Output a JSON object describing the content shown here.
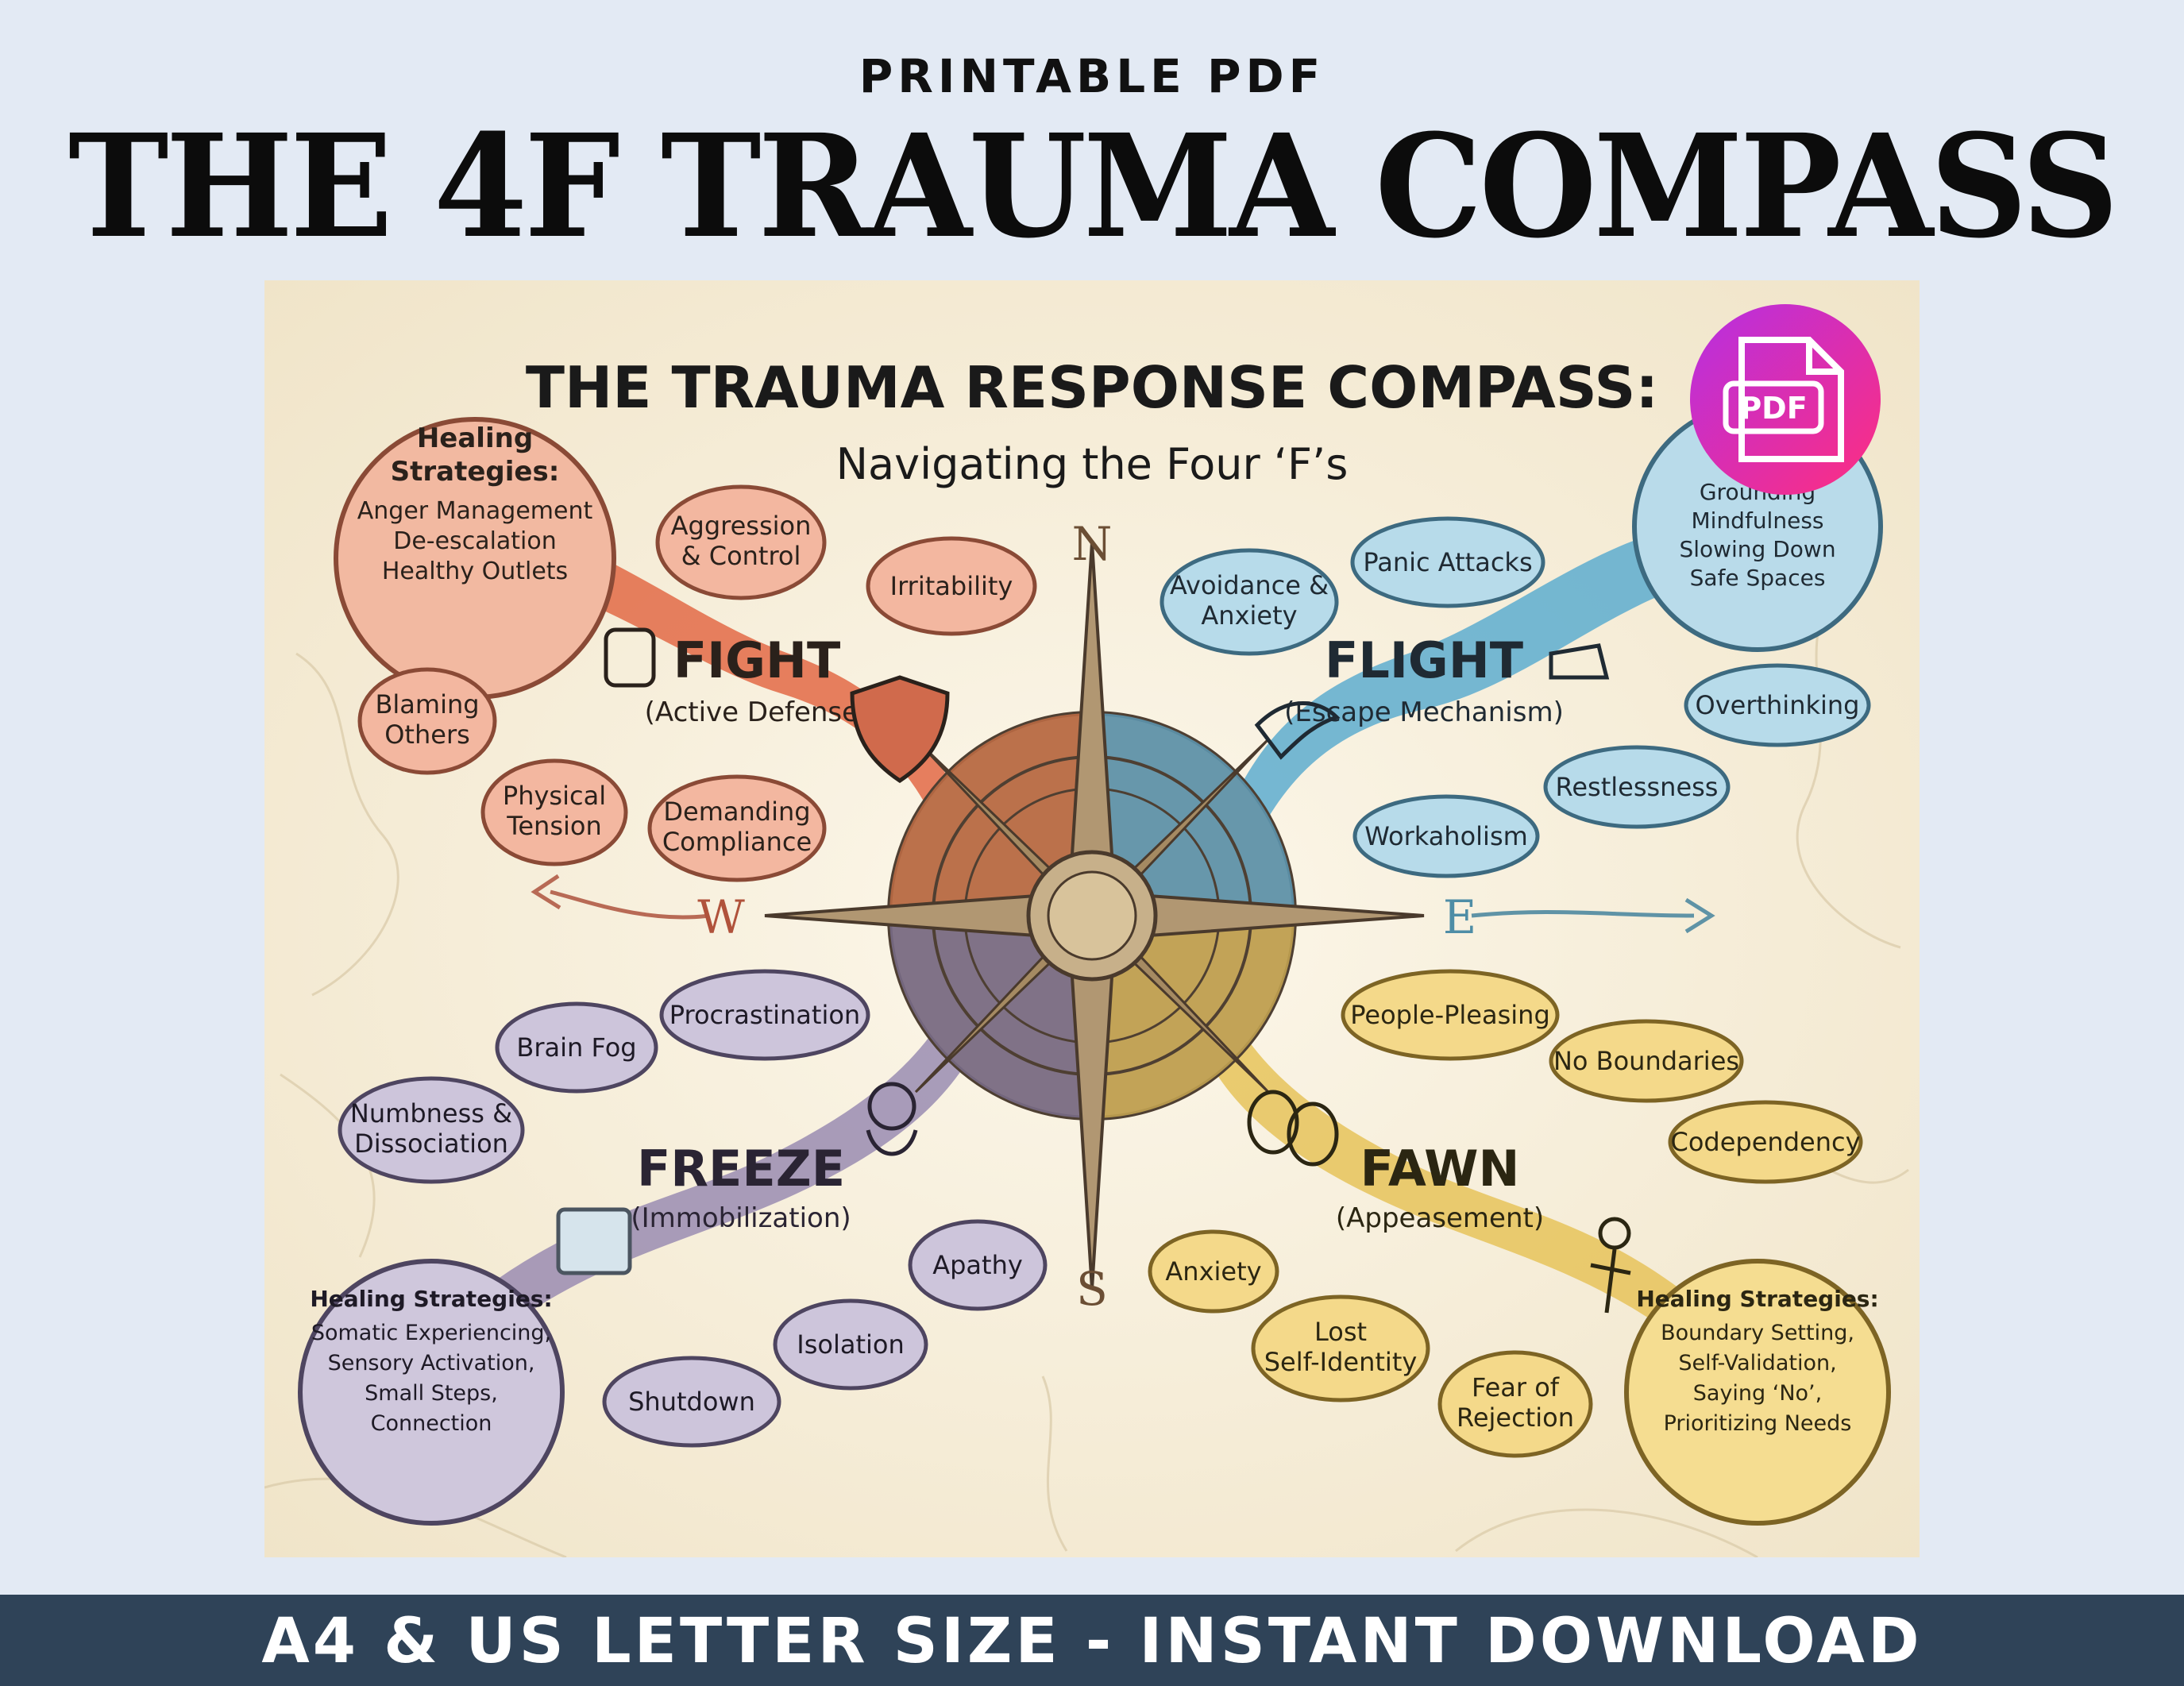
{
  "header": {
    "kicker": "PRINTABLE PDF",
    "title": "THE 4F TRAUMA COMPASS"
  },
  "footer": {
    "text": "A4 & US LETTER SIZE - INSTANT DOWNLOAD"
  },
  "badge": {
    "label": "PDF",
    "color_start": "#c62fe0",
    "color_end": "#ff2f86"
  },
  "poster": {
    "title": "THE TRAUMA RESPONSE COMPASS:",
    "subtitle": "Navigating the Four ‘F’s",
    "directions": {
      "n": "N",
      "s": "S",
      "e": "E",
      "w": "W"
    },
    "fight": {
      "name": "FIGHT",
      "sub": "(Active Defense)",
      "color": "#e06a4e",
      "heal_title_1": "Healing",
      "heal_title_2": "Strategies:",
      "heal_items": [
        "Anger Management",
        "De-escalation",
        "Healthy Outlets"
      ],
      "bubbles": [
        "Aggression",
        "& Control",
        "Irritability",
        "Blaming",
        "Others",
        "Physical",
        "Tension",
        "Demanding",
        "Compliance"
      ]
    },
    "flight": {
      "name": "FLIGHT",
      "sub": "(Escape Mechanism)",
      "color": "#5aa9c8",
      "heal_title_partial": "St",
      "heal_items": [
        "Grounding",
        "Mindfulness",
        "Slowing Down",
        "Safe Spaces"
      ],
      "bubbles": [
        "Avoidance &",
        "Anxiety",
        "Panic Attacks",
        "Overthinking",
        "Restlessness",
        "Workaholism"
      ]
    },
    "freeze": {
      "name": "FREEZE",
      "sub": "(Immobilization)",
      "color": "#8a7fa3",
      "heal_title": "Healing Strategies:",
      "heal_items": [
        "Somatic Experiencing,",
        "Sensory Activation,",
        "Small Steps,",
        "Connection"
      ],
      "bubbles": [
        "Procrastination",
        "Brain Fog",
        "Numbness &",
        "Dissociation",
        "Apathy",
        "Isolation",
        "Shutdown"
      ]
    },
    "fawn": {
      "name": "FAWN",
      "sub": "(Appeasement)",
      "color": "#e3bf4f",
      "heal_title": "Healing Strategies:",
      "heal_items": [
        "Boundary Setting,",
        "Self-Validation,",
        "Saying ‘No’,",
        "Prioritizing Needs"
      ],
      "bubbles": [
        "People-Pleasing",
        "No Boundaries",
        "Codependency",
        "Anxiety",
        "Lost",
        "Self-Identity",
        "Fear of",
        "Rejection"
      ]
    }
  }
}
